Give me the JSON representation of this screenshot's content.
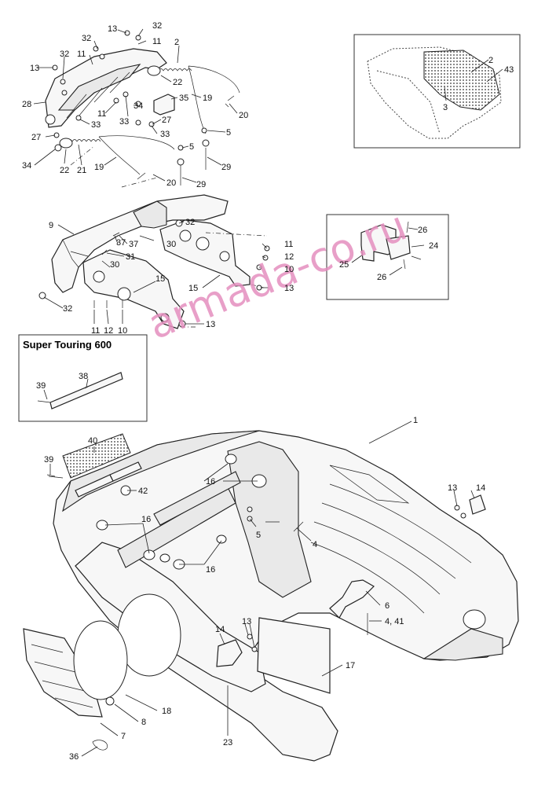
{
  "watermark": "armada-co.ru",
  "inset_heading": "Super Touring 600",
  "labels": {
    "l13a": "13",
    "l32a": "32",
    "l32b": "32",
    "l11a": "11",
    "l2a": "2",
    "l13b": "13",
    "l32c": "32",
    "l11b": "11",
    "l22a": "22",
    "l28": "28",
    "l34a": "34",
    "l35": "35",
    "l19a": "19",
    "l11c": "11",
    "l33a": "33",
    "l27a": "27",
    "l20a": "20",
    "l33b": "33",
    "l5a": "5",
    "l27b": "27",
    "l33c": "33",
    "l5b": "5",
    "l34b": "34",
    "l22b": "22",
    "l21": "21",
    "l19b": "19",
    "l20b": "20",
    "l29a": "29",
    "l29b": "29",
    "l2b": "2",
    "l43": "43",
    "l3": "3",
    "l9": "9",
    "l32d": "32",
    "l37a": "37",
    "l37b": "37",
    "l30a": "30",
    "l31": "31",
    "l30b": "30",
    "l11d": "11",
    "l12a": "12",
    "l10a": "10",
    "l15a": "15",
    "l15b": "15",
    "l13c": "13",
    "l32e": "32",
    "l11e": "11",
    "l12b": "12",
    "l10b": "10",
    "l13d": "13",
    "l26a": "26",
    "l24": "24",
    "l25": "25",
    "l26b": "26",
    "l39a": "39",
    "l38": "38",
    "l1": "1",
    "l40": "40",
    "l39b": "39",
    "l42": "42",
    "l16a": "16",
    "l16b": "16",
    "l16c": "16",
    "l5c": "5",
    "l4a": "4",
    "l13e": "13",
    "l14a": "14",
    "l6": "6",
    "l441": "4, 41",
    "l14b": "14",
    "l13f": "13",
    "l17": "17",
    "l8": "8",
    "l18": "18",
    "l7": "7",
    "l23": "23",
    "l36": "36"
  }
}
